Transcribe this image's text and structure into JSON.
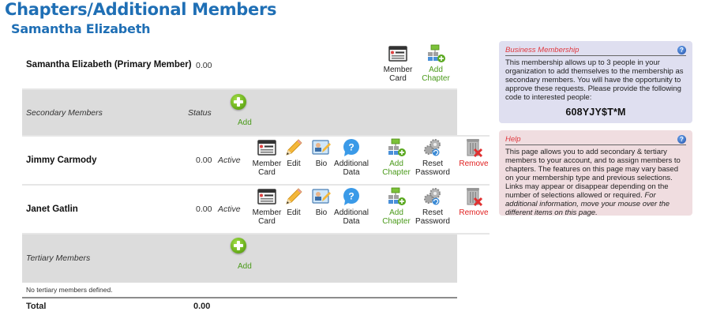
{
  "header": {
    "title": "Chapters/Additional Members",
    "subtitle": "Samantha Elizabeth"
  },
  "primary": {
    "name": "Samantha Elizabeth (Primary Member)",
    "amount": "0.00",
    "actions": {
      "member_card": "Member Card",
      "add_chapter": "Add Chapter"
    }
  },
  "secondary": {
    "heading": "Secondary Members",
    "status_header": "Status",
    "add_label": "Add",
    "members": [
      {
        "name": "Jimmy Carmody",
        "amount": "0.00",
        "status": "Active",
        "actions": {
          "member_card": "Member Card",
          "edit": "Edit",
          "bio": "Bio",
          "additional_data": "Additional Data",
          "add_chapter": "Add Chapter",
          "reset_password": "Reset Password",
          "remove": "Remove"
        }
      },
      {
        "name": "Janet Gatlin",
        "amount": "0.00",
        "status": "Active",
        "actions": {
          "member_card": "Member Card",
          "edit": "Edit",
          "bio": "Bio",
          "additional_data": "Additional Data",
          "add_chapter": "Add Chapter",
          "reset_password": "Reset Password",
          "remove": "Remove"
        }
      }
    ]
  },
  "tertiary": {
    "heading": "Tertiary Members",
    "add_label": "Add",
    "empty_message": "No tertiary members defined."
  },
  "total": {
    "label": "Total",
    "amount": "0.00"
  },
  "business_panel": {
    "title": "Business Membership",
    "text": "This membership allows up to 3 people in your organization to add themselves to the membership as secondary members. You will have the opportunity to approve these requests. Please provide the following code to interested people:",
    "code": "608YJY$T*M"
  },
  "help_panel": {
    "title": "Help",
    "text": "This page allows you to add secondary & tertiary members to your account, and to assign members to chapters. The features on this page may vary based on your membership type and previous selections. Links may appear or disappear depending on the number of selections allowed or required.",
    "text_italic": "For additional information, move your mouse over the different items on this page."
  },
  "colors": {
    "title_blue": "#1f6fb5",
    "action_green": "#4a9a1a",
    "remove_red": "#e02020",
    "panel_title_red": "#e0383e",
    "band_gray": "#dcdcdc",
    "business_panel_bg": "#dfdff0",
    "help_panel_bg": "#f0dde0"
  }
}
